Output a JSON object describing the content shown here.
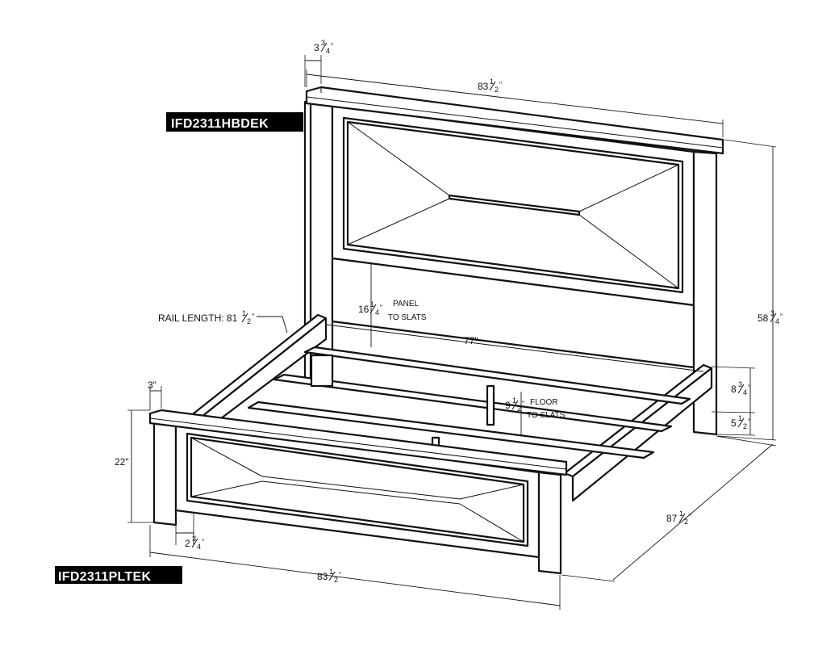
{
  "labels": {
    "headboard_code": "IFD2311HBDEK",
    "footboard_code": "IFD2311PLTEK"
  },
  "dimensions": {
    "headboard_top_thickness": {
      "whole": "3",
      "num": "3",
      "den": "4",
      "unit": "\""
    },
    "headboard_width": {
      "whole": "83",
      "num": "1",
      "den": "2",
      "unit": "\""
    },
    "overall_height": {
      "whole": "58",
      "num": "3",
      "den": "4",
      "unit": "\""
    },
    "rail_height": {
      "whole": "8",
      "num": "3",
      "den": "4",
      "unit": "\""
    },
    "rail_clearance": {
      "whole": "5",
      "num": "1",
      "den": "2",
      "unit": "\""
    },
    "overall_length": {
      "whole": "87",
      "num": "1",
      "den": "2",
      "unit": "\""
    },
    "footboard_width": {
      "whole": "83",
      "num": "1",
      "den": "2",
      "unit": "\""
    },
    "footboard_leg_clearance": {
      "whole": "2",
      "num": "3",
      "den": "4",
      "unit": "\""
    },
    "footboard_height": {
      "text": "22\""
    },
    "footboard_top_thickness": {
      "text": "3\""
    },
    "inner_width": {
      "text": "77\""
    },
    "panel_to_slats": {
      "whole": "16",
      "num": "1",
      "den": "4",
      "unit": "\""
    },
    "floor_to_slats": {
      "whole": "9",
      "num": "1",
      "den": "2",
      "unit": "\""
    },
    "rail_length": {
      "prefix": "RAIL LENGTH: 81",
      "num": "1",
      "den": "2",
      "unit": "\""
    }
  },
  "notes": {
    "panel_line1": "PANEL",
    "panel_line2": "TO SLATS",
    "floor_line1": "FLOOR",
    "floor_line2": "TO SLATS"
  }
}
